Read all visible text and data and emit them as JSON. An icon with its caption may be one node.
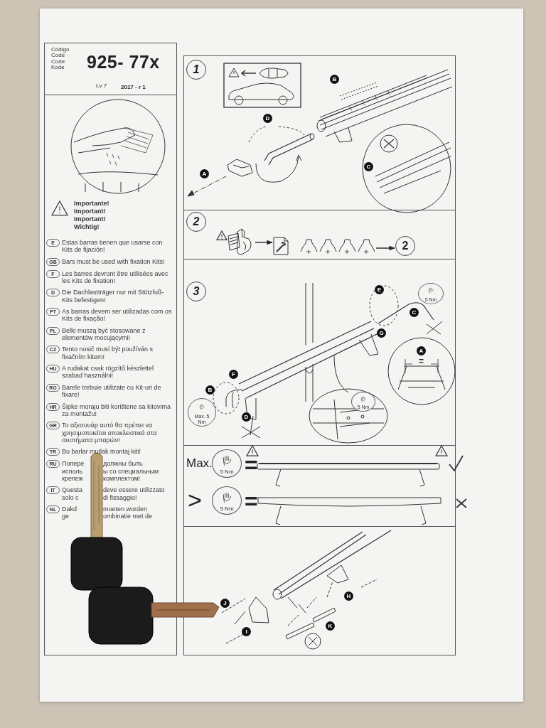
{
  "diagram": {
    "nodes": [
      {
        "text": [
          "E"
        ],
        "beside": [
          "Estas barras tienen que usarse con Kits de fijación!"
        ]
      },
      {
        "text": [
          "GB"
        ],
        "beside": [
          "Bars must be used with fixation Kits!"
        ]
      },
      {
        "text": [
          "F"
        ],
        "beside": [
          "Les barres devront être utilisées avec les Kits de fixation!"
        ]
      },
      {
        "text": [
          "D"
        ],
        "beside": [
          "Die Dachlastträger nur mit Stützfuß-Kits befestigen!"
        ]
      },
      {
        "text": [
          "PT"
        ],
        "beside": [
          "As barras devem ser utilizadas com os Kits de fixação!"
        ]
      },
      {
        "text": [
          "PL"
        ],
        "beside": [
          "Belki muszą być stosowane z elementów mocującymi!"
        ]
      },
      {
        "text": [
          "CZ"
        ],
        "beside": [
          "Tento nosič musí být používán s fixačním kitem!"
        ]
      },
      {
        "text": [
          "HU"
        ],
        "beside": [
          "A rudakat csak rögzítő készlettel szabad használni!"
        ]
      },
      {
        "text": [
          "RO"
        ],
        "beside": [
          "Barele trebuie utilizate cu Kit-uri de fixare!"
        ]
      },
      {
        "text": [
          "HR"
        ],
        "beside": [
          "Šipke moraju biti korištene sa kitovima za montažu!"
        ]
      },
      {
        "text": [
          "GR"
        ],
        "beside": [
          "Το αξεσουάρ αυτό θα πρέπει να χρησιμοποιείται αποκλειστικά στα συστήματα μπαρών!"
        ]
      },
      {
        "text": [
          "TR"
        ],
        "beside": [
          "Bu barlar mutlak montaj kiti!"
        ]
      },
      {
        "text": [
          "RU"
        ],
        "beside": [
          "Попере",
          "должны быть",
          "исполь",
          "ы со специальным",
          "крепеж",
          "комплектом!"
        ]
      },
      {
        "text": [
          "IT"
        ],
        "beside": [
          "Questa",
          "deve essere utilizzato",
          "solo c",
          "di fissaggio!"
        ]
      },
      {
        "text": [
          "NL"
        ],
        "beside": [
          "Dakd",
          "moeten worden",
          "ge",
          "ombinatie met de"
        ]
      },
      {
        "text": [
          "1"
        ]
      },
      {
        "text": [
          "B"
        ]
      },
      {
        "text": [
          "D"
        ]
      },
      {
        "text": [
          "A"
        ]
      },
      {
        "text": [
          "C"
        ]
      },
      {
        "text": [
          "2"
        ]
      },
      {
        "text": [],
        "shape": "picture"
      },
      {
        "text": [],
        "shape": "picture"
      },
      {
        "text": [],
        "shape": "picture"
      },
      {
        "text": [
          "2"
        ]
      },
      {
        "text": [
          "3"
        ]
      },
      {
        "text": [
          "E"
        ]
      },
      {
        "text": [
          "5 Nm"
        ]
      },
      {
        "text": [
          "C"
        ]
      },
      {
        "text": [
          "G"
        ]
      },
      {
        "text": [
          "A"
        ],
        "beside": [
          "="
        ]
      },
      {
        "text": [
          "F"
        ]
      },
      {
        "text": [
          "B"
        ]
      },
      {
        "text": [
          "Max. 5 Nm"
        ]
      },
      {
        "text": [
          "D"
        ]
      },
      {
        "text": [
          "5 Nm"
        ]
      },
      {
        "text": [
          "5 Nm"
        ]
      },
      {
        "text": [
          "5 Nm"
        ]
      },
      {
        "text": [
          "J"
        ]
      },
      {
        "text": [
          "I"
        ]
      },
      {
        "text": [
          "H"
        ]
      },
      {
        "text": [
          "K"
        ]
      }
    ],
    "edges": [
      {
        "from": 21,
        "to": 22,
        "arrow": "to"
      },
      {
        "from": 23,
        "to": 24,
        "arrow": "to"
      }
    ],
    "labels": [
      "Código Code Code Kode",
      "925- 77x",
      "Lv 7",
      "2017 - r 1",
      "Importante!",
      "Important!",
      "Important!",
      "Wichtig!",
      "Max.",
      "=",
      ">",
      "="
    ]
  }
}
